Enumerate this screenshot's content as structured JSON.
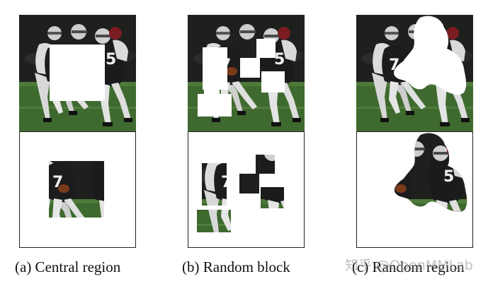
{
  "captions": {
    "central": "(a) Central region",
    "block": "(b) Random block",
    "region": "(c) Random region"
  },
  "watermark": "知乎 @OpenMMLab",
  "colors": {
    "grass": "#3f6a2f",
    "dark_bg": "#1a1c1a",
    "jersey_dark": "#1c1c1e",
    "jersey_white": "#e9e9e9",
    "mask": "#ffffff"
  },
  "icons": {
    "figure_photo": "football-players-photo"
  }
}
